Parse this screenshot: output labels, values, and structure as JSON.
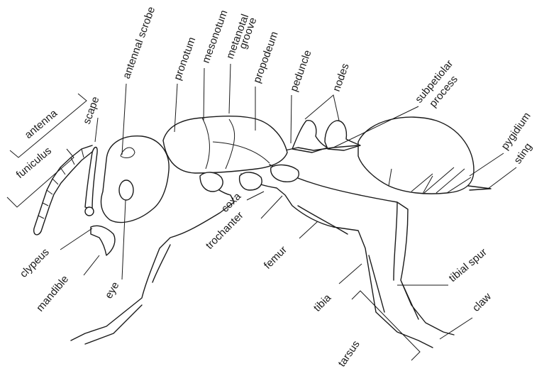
{
  "labels": {
    "antenna": "antenna",
    "scape": "scape",
    "funiculus": "funiculus",
    "antennal_scrobe": "antennal scrobe",
    "pronotum": "pronotum",
    "mesonotum": "mesonotum",
    "metanotal_groove_1": "metanotal",
    "metanotal_groove_2": "groove",
    "propodeum": "propodeum",
    "peduncle": "peduncle",
    "nodes": "nodes",
    "subpetiolar_1": "subpetiolar",
    "subpetiolar_2": "process",
    "pygidium": "pygidium",
    "sting": "sting",
    "clypeus": "clypeus",
    "mandible": "mandible",
    "eye": "eye",
    "coxa": "coxa",
    "trochanter": "trochanter",
    "femur": "femur",
    "tibia": "tibia",
    "tibial_spur": "tibial spur",
    "claw": "claw",
    "tarsus": "tarsus"
  },
  "colors": {
    "ink": "#1a1a1a",
    "background": "#ffffff"
  }
}
